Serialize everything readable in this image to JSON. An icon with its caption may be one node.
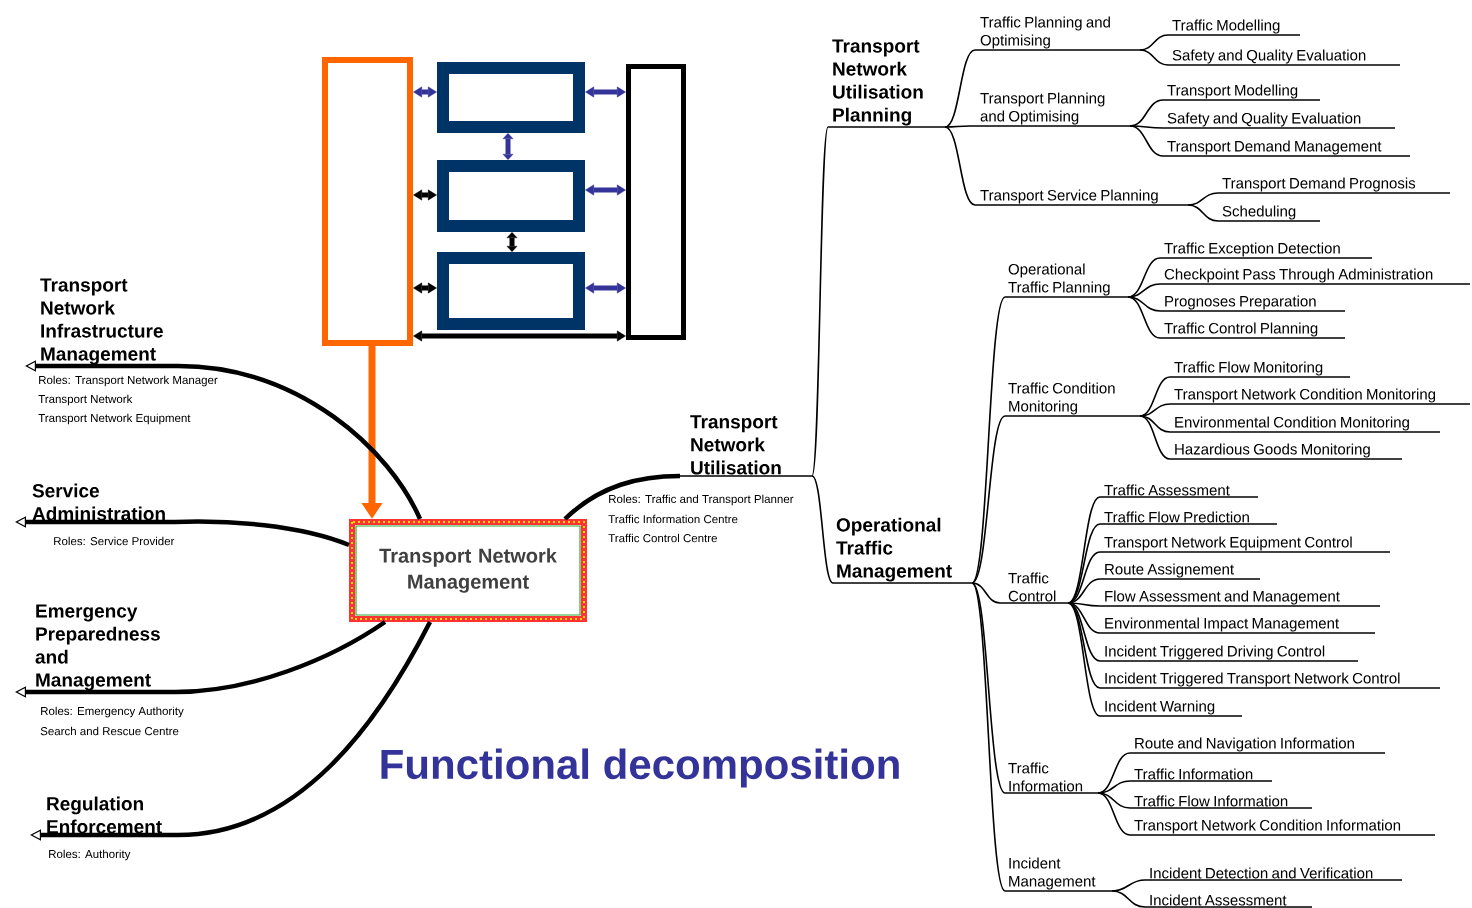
{
  "diagram": {
    "nodes": [
      {
        "text": [],
        "shape": "box"
      },
      {
        "text": [],
        "shape": "box"
      },
      {
        "text": [],
        "shape": "box"
      },
      {
        "text": [],
        "shape": "box"
      },
      {
        "text": [],
        "shape": "box"
      },
      {
        "text": [
          "Transport Network Management"
        ]
      },
      {
        "text": [
          "Transport Network Infrastructure Management"
        ],
        "beside": [
          "Roles: Transport Network Manager",
          "Transport Network",
          "Transport Network Equipment"
        ]
      },
      {
        "text": [
          "Service Administration"
        ],
        "beside": [
          "Roles: Service Provider"
        ]
      },
      {
        "text": [
          "Emergency Preparedness and Management"
        ],
        "beside": [
          "Roles: Emergency Authority",
          "Search and Rescue Centre"
        ]
      },
      {
        "text": [
          "Regulation Enforcement"
        ],
        "beside": [
          "Roles: Authority"
        ]
      },
      {
        "text": [
          "Transport Network Utilisation"
        ],
        "beside": [
          "Roles: Traffic and Transport Planner",
          "Traffic Information Centre",
          "Traffic Control Centre"
        ]
      },
      {
        "text": [
          "Transport Network Utilisation Planning"
        ]
      },
      {
        "text": [
          "Traffic Planning and Optimising"
        ]
      },
      {
        "text": [
          "Traffic Modelling"
        ]
      },
      {
        "text": [
          "Safety and Quality Evaluation"
        ]
      },
      {
        "text": [
          "Transport Planning and Optimising"
        ]
      },
      {
        "text": [
          "Transport Modelling"
        ]
      },
      {
        "text": [
          "Safety and Quality Evaluation"
        ]
      },
      {
        "text": [
          "Transport Demand Management"
        ]
      },
      {
        "text": [
          "Transport Service Planning"
        ]
      },
      {
        "text": [
          "Transport Demand Prognosis"
        ]
      },
      {
        "text": [
          "Scheduling"
        ]
      },
      {
        "text": [
          "Operational Traffic Management"
        ]
      },
      {
        "text": [
          "Operational Traffic Planning"
        ]
      },
      {
        "text": [
          "Traffic Exception Detection"
        ]
      },
      {
        "text": [
          "Checkpoint Pass Through Administration"
        ]
      },
      {
        "text": [
          "Prognoses Preparation"
        ]
      },
      {
        "text": [
          "Traffic Control Planning"
        ]
      },
      {
        "text": [
          "Traffic Condition Monitoring"
        ]
      },
      {
        "text": [
          "Traffic Flow Monitoring"
        ]
      },
      {
        "text": [
          "Transport Network Condition Monitoring"
        ]
      },
      {
        "text": [
          "Environmental Condition Monitoring"
        ]
      },
      {
        "text": [
          "Hazardious Goods Monitoring"
        ]
      },
      {
        "text": [
          "Traffic Control"
        ]
      },
      {
        "text": [
          "Traffic Assessment"
        ]
      },
      {
        "text": [
          "Traffic Flow Prediction"
        ]
      },
      {
        "text": [
          "Transport Network Equipment Control"
        ]
      },
      {
        "text": [
          "Route Assignement"
        ]
      },
      {
        "text": [
          "Flow Assessment and Management"
        ]
      },
      {
        "text": [
          "Environmental Impact Management"
        ]
      },
      {
        "text": [
          "Incident Triggered Driving Control"
        ]
      },
      {
        "text": [
          "Incident Triggered Transport Network Control"
        ]
      },
      {
        "text": [
          "Incident Warning"
        ]
      },
      {
        "text": [
          "Traffic Information"
        ]
      },
      {
        "text": [
          "Route and Navigation Information"
        ]
      },
      {
        "text": [
          "Traffic Information"
        ]
      },
      {
        "text": [
          "Traffic Flow Information"
        ]
      },
      {
        "text": [
          "Transport Network Condition Information"
        ]
      },
      {
        "text": [
          "Incident Management"
        ]
      },
      {
        "text": [
          "Incident Detection and Verification"
        ]
      },
      {
        "text": [
          "Incident Assessment"
        ]
      }
    ],
    "edges": [
      {
        "from": 0,
        "to": 1,
        "arrow": "both",
        "style": "thick",
        "color": "#333399"
      },
      {
        "from": 0,
        "to": 2,
        "arrow": "both",
        "style": "thick"
      },
      {
        "from": 0,
        "to": 3,
        "arrow": "both",
        "style": "thick"
      },
      {
        "from": 0,
        "to": 4,
        "arrow": "both",
        "style": "thick"
      },
      {
        "from": 1,
        "to": 2,
        "arrow": "both",
        "style": "thick",
        "color": "#333399"
      },
      {
        "from": 2,
        "to": 3,
        "arrow": "both",
        "style": "thick"
      },
      {
        "from": 1,
        "to": 4,
        "arrow": "both",
        "style": "thick",
        "color": "#333399"
      },
      {
        "from": 2,
        "to": 4,
        "arrow": "both",
        "style": "thick",
        "color": "#333399"
      },
      {
        "from": 3,
        "to": 4,
        "arrow": "both",
        "style": "thick",
        "color": "#333399"
      },
      {
        "from": 0,
        "to": 5,
        "arrow": "to",
        "style": "thick",
        "color": "#ff6600"
      },
      {
        "from": 5,
        "to": 6,
        "arrow": "to",
        "style": "thick"
      },
      {
        "from": 5,
        "to": 7,
        "arrow": "to",
        "style": "thick"
      },
      {
        "from": 5,
        "to": 8,
        "arrow": "to",
        "style": "thick"
      },
      {
        "from": 5,
        "to": 9,
        "arrow": "to",
        "style": "thick"
      },
      {
        "from": 5,
        "to": 10,
        "arrow": "none",
        "style": "thick"
      },
      {
        "from": 10,
        "to": 11,
        "arrow": "none"
      },
      {
        "from": 10,
        "to": 22,
        "arrow": "none"
      },
      {
        "from": 11,
        "to": 12,
        "arrow": "none"
      },
      {
        "from": 12,
        "to": 13,
        "arrow": "none"
      },
      {
        "from": 12,
        "to": 14,
        "arrow": "none"
      },
      {
        "from": 11,
        "to": 15,
        "arrow": "none"
      },
      {
        "from": 15,
        "to": 16,
        "arrow": "none"
      },
      {
        "from": 15,
        "to": 17,
        "arrow": "none"
      },
      {
        "from": 15,
        "to": 18,
        "arrow": "none"
      },
      {
        "from": 11,
        "to": 19,
        "arrow": "none"
      },
      {
        "from": 19,
        "to": 20,
        "arrow": "none"
      },
      {
        "from": 19,
        "to": 21,
        "arrow": "none"
      },
      {
        "from": 22,
        "to": 23,
        "arrow": "none"
      },
      {
        "from": 23,
        "to": 24,
        "arrow": "none"
      },
      {
        "from": 23,
        "to": 25,
        "arrow": "none"
      },
      {
        "from": 23,
        "to": 26,
        "arrow": "none"
      },
      {
        "from": 23,
        "to": 27,
        "arrow": "none"
      },
      {
        "from": 22,
        "to": 28,
        "arrow": "none"
      },
      {
        "from": 28,
        "to": 29,
        "arrow": "none"
      },
      {
        "from": 28,
        "to": 30,
        "arrow": "none"
      },
      {
        "from": 28,
        "to": 31,
        "arrow": "none"
      },
      {
        "from": 28,
        "to": 32,
        "arrow": "none"
      },
      {
        "from": 22,
        "to": 33,
        "arrow": "none"
      },
      {
        "from": 33,
        "to": 34,
        "arrow": "none"
      },
      {
        "from": 33,
        "to": 35,
        "arrow": "none"
      },
      {
        "from": 33,
        "to": 36,
        "arrow": "none"
      },
      {
        "from": 33,
        "to": 37,
        "arrow": "none"
      },
      {
        "from": 33,
        "to": 38,
        "arrow": "none"
      },
      {
        "from": 33,
        "to": 39,
        "arrow": "none"
      },
      {
        "from": 33,
        "to": 40,
        "arrow": "none"
      },
      {
        "from": 33,
        "to": 41,
        "arrow": "none"
      },
      {
        "from": 33,
        "to": 42,
        "arrow": "none"
      },
      {
        "from": 22,
        "to": 43,
        "arrow": "none"
      },
      {
        "from": 43,
        "to": 44,
        "arrow": "none"
      },
      {
        "from": 43,
        "to": 45,
        "arrow": "none"
      },
      {
        "from": 43,
        "to": 46,
        "arrow": "none"
      },
      {
        "from": 43,
        "to": 47,
        "arrow": "none"
      },
      {
        "from": 22,
        "to": 48,
        "arrow": "none"
      },
      {
        "from": 48,
        "to": 49,
        "arrow": "none"
      },
      {
        "from": 48,
        "to": 50,
        "arrow": "none"
      }
    ],
    "title": "Functional decomposition"
  }
}
